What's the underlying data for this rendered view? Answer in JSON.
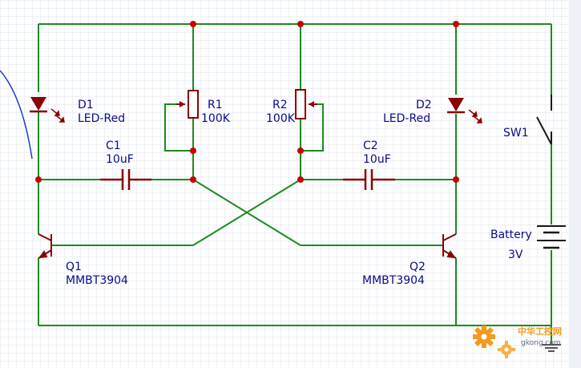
{
  "colors": {
    "wire": "#1e8a1e",
    "junction": "#cc0000",
    "component": "#8b0000",
    "label": "#0a0a8a",
    "grid": "#dde3ef",
    "watermark": "#f29a1d"
  },
  "components": {
    "d1": {
      "ref": "D1",
      "value": "LED-Red"
    },
    "d2": {
      "ref": "D2",
      "value": "LED-Red"
    },
    "r1": {
      "ref": "R1",
      "value": "100K"
    },
    "r2": {
      "ref": "R2",
      "value": "100K"
    },
    "c1": {
      "ref": "C1",
      "value": "10uF"
    },
    "c2": {
      "ref": "C2",
      "value": "10uF"
    },
    "q1": {
      "ref": "Q1",
      "value": "MMBT3904"
    },
    "q2": {
      "ref": "Q2",
      "value": "MMBT3904"
    },
    "sw1": {
      "ref": "SW1"
    },
    "battery": {
      "ref": "Battery",
      "value": "3V"
    }
  },
  "watermark": {
    "icon": "gear-icon",
    "title": "中华工控网",
    "url": "gkong.com"
  }
}
